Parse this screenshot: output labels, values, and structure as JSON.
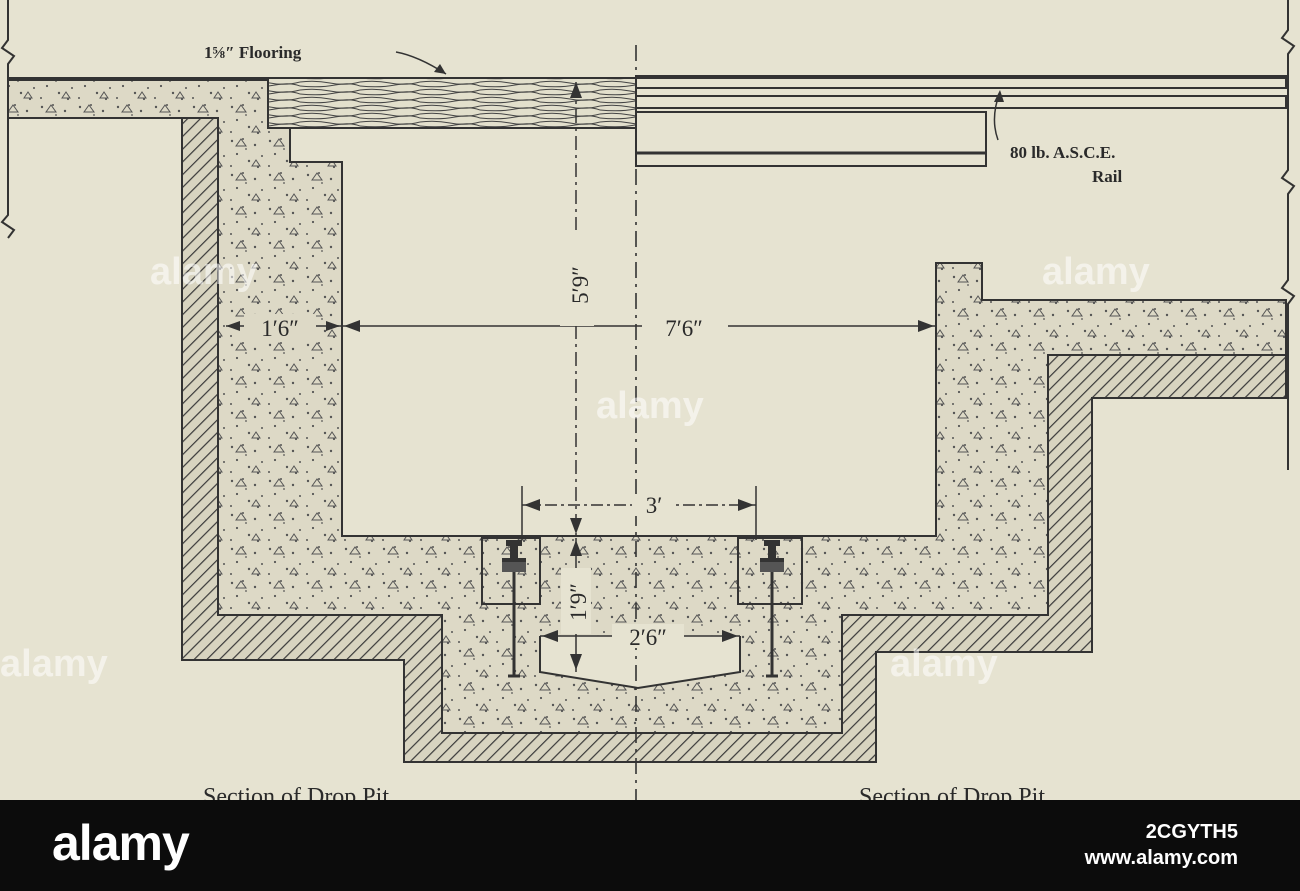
{
  "drawing": {
    "flooring_label": "1⅝″ Flooring",
    "rail_label_line1": "80 lb. A.S.C.E.",
    "rail_label_line2": "Rail",
    "dimensions": {
      "depth": "5′9″",
      "width": "7′6″",
      "wall": "1′6″",
      "rail_gauge": "3′",
      "lower_depth": "1′9″",
      "bottom_width": "2′6″"
    },
    "caption_left": "Section of Drop Pit",
    "caption_right": "Section of Drop Pit"
  },
  "watermark": "alamy",
  "footer": {
    "brand": "alamy",
    "image_id": "2CGYTH5",
    "site": "www.alamy.com"
  },
  "colors": {
    "paper": "#e6e3d1",
    "ink": "#2a2a2a",
    "footer_bg": "#0c0c0c"
  }
}
